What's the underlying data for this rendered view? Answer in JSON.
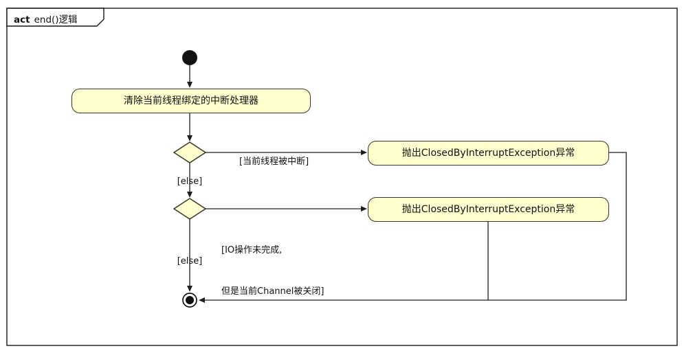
{
  "frame": {
    "keyword": "act",
    "title": "end()逻辑"
  },
  "activities": {
    "clear_handler": "清除当前线程绑定的中断处理器",
    "throw_exception_1": "抛出ClosedByInterruptException异常",
    "throw_exception_2": "抛出ClosedByInterruptException异常"
  },
  "guards": {
    "interrupted": "[当前线程被中断]",
    "else_1": "[else]",
    "io_line1": "[IO操作未完成,",
    "io_line2": "但是当前Channel被关闭]",
    "else_2": "[else]"
  },
  "colors": {
    "activity_fill": "#FEFECE",
    "activity_border": "#35352A",
    "edge": "#1D1D1D",
    "background": "#FFFFFF"
  }
}
